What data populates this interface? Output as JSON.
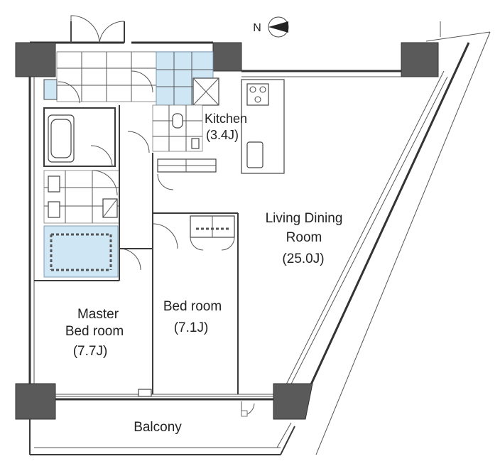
{
  "compass": {
    "letter": "N"
  },
  "rooms": {
    "kitchen": {
      "name": "Kitchen",
      "size": "(3.4J)"
    },
    "living": {
      "name_line1": "Living Dining",
      "name_line2": "Room",
      "size": "(25.0J)"
    },
    "bedroom": {
      "name": "Bed room",
      "size": "(7.1J)"
    },
    "master": {
      "name_line1": "Master",
      "name_line2": "Bed room",
      "size": "(7.7J)"
    },
    "balcony": {
      "name": "Balcony"
    }
  }
}
